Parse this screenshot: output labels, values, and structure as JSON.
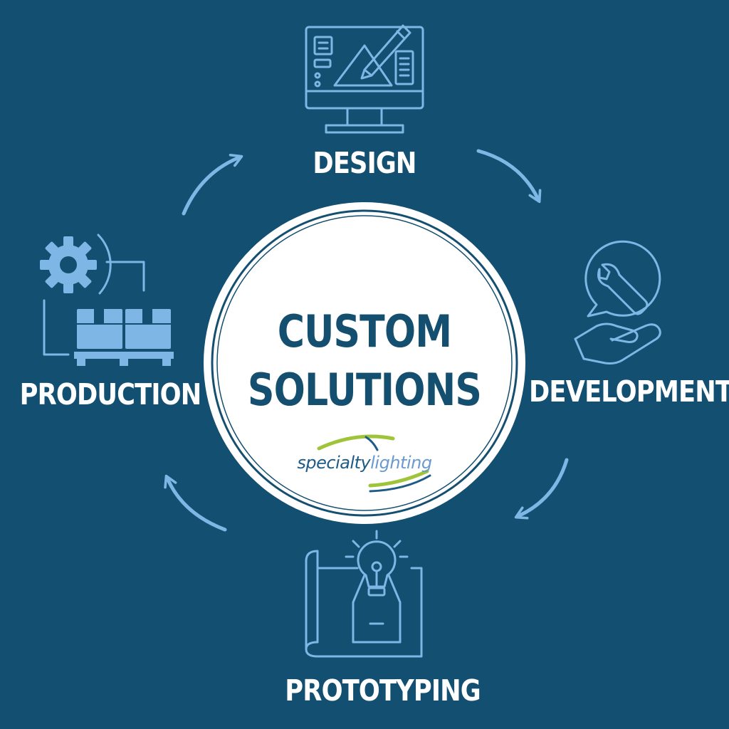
{
  "steps": {
    "design": "DESIGN",
    "development": "DEVELOPMENT",
    "prototyping": "PROTOTYPING",
    "production": "PRODUCTION"
  },
  "center": {
    "line1": "CUSTOM",
    "line2": "SOLUTIONS"
  },
  "logo": {
    "part1": "specialty",
    "part2": "lighting"
  },
  "icons": {
    "design": "monitor-with-pen-icon",
    "development": "wrench-in-hand-icon",
    "prototyping": "lightbulb-blueprint-icon",
    "production": "gear-boxes-icon"
  },
  "colors": {
    "background": "#134f70",
    "icon_line": "#7eb6e6",
    "text": "#ffffff",
    "center_text": "#154f70",
    "logo_green": "#9fc43a"
  }
}
